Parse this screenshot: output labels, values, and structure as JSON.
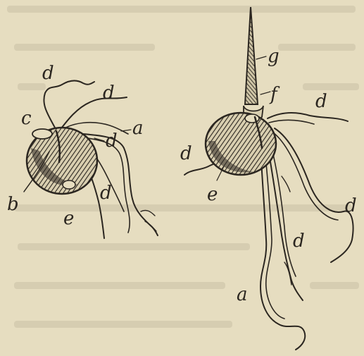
{
  "figure": {
    "left_specimen": {
      "labels": {
        "a": "a",
        "b": "b",
        "c": "c",
        "d1": "d",
        "d2": "d",
        "d3": "d",
        "d4": "d",
        "e": "e"
      }
    },
    "right_specimen": {
      "labels": {
        "g": "g",
        "f": "f",
        "d1": "d",
        "d2": "d",
        "d3": "d",
        "d4": "d",
        "e": "e",
        "a": "a"
      }
    }
  },
  "colors": {
    "paper": "#e6ddc0",
    "ink": "#2b2620"
  }
}
